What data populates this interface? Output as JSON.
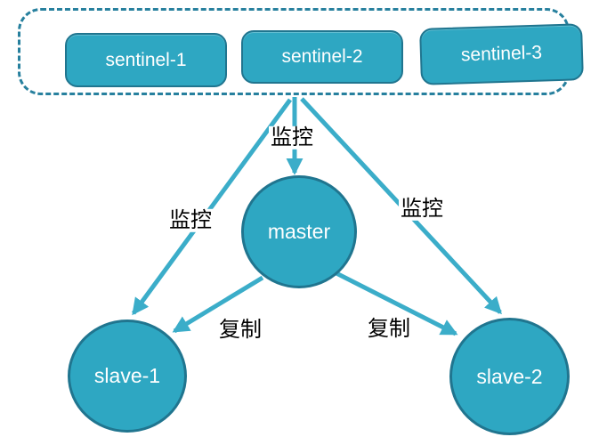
{
  "diagram": {
    "title": "redis-sentinel-architecture",
    "sentinel_group": {
      "items": [
        {
          "label": "sentinel-1"
        },
        {
          "label": "sentinel-2"
        },
        {
          "label": "sentinel-3"
        }
      ]
    },
    "nodes": {
      "master": {
        "label": "master"
      },
      "slave1": {
        "label": "slave-1"
      },
      "slave2": {
        "label": "slave-2"
      }
    },
    "edges": [
      {
        "from": "sentinel-group",
        "to": "master",
        "label": "监控"
      },
      {
        "from": "sentinel-group",
        "to": "slave-1",
        "label": "监控"
      },
      {
        "from": "sentinel-group",
        "to": "slave-2",
        "label": "监控"
      },
      {
        "from": "master",
        "to": "slave-1",
        "label": "复制"
      },
      {
        "from": "master",
        "to": "slave-2",
        "label": "复制"
      }
    ],
    "colors": {
      "node_fill": "#2EA7C2",
      "node_border": "#20758F",
      "arrow": "#3BADC9",
      "dashed_border": "#27809E",
      "node_text": "#FFFFFF",
      "label_text": "#000000",
      "bg": "#FFFFFF"
    }
  }
}
